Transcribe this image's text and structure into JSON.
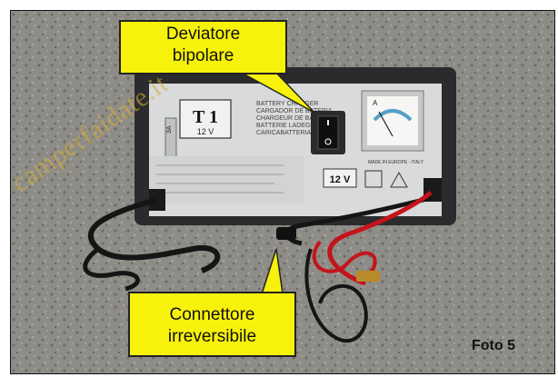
{
  "callouts": {
    "top": {
      "line1": "Deviatore",
      "line2": "bipolare"
    },
    "bottom": {
      "line1": "Connettore",
      "line2": "irreversibile"
    }
  },
  "photo_label": "Foto 5",
  "watermark": "camperfaidate.it",
  "device": {
    "model": "T 1",
    "model_voltage": "12 V",
    "fuse_label": "3A",
    "output_voltage": "12 V",
    "origin_text": "MADE IN EUROPE - ITALY",
    "meter_letter": "A",
    "title_lines": [
      "BATTERY CHARGER",
      "CARGADOR DE BATERIA",
      "CHARGEUR DE BATTERIE",
      "BATTERIE LADEGERAT",
      "CARICABATTERIA"
    ]
  },
  "colors": {
    "callout_fill": "#f7f20b",
    "ground": "#8c8a83",
    "case": "#2a2b2d",
    "panel": "#d8dadb",
    "cable_red": "#c4141b",
    "watermark": "#d7af32"
  }
}
